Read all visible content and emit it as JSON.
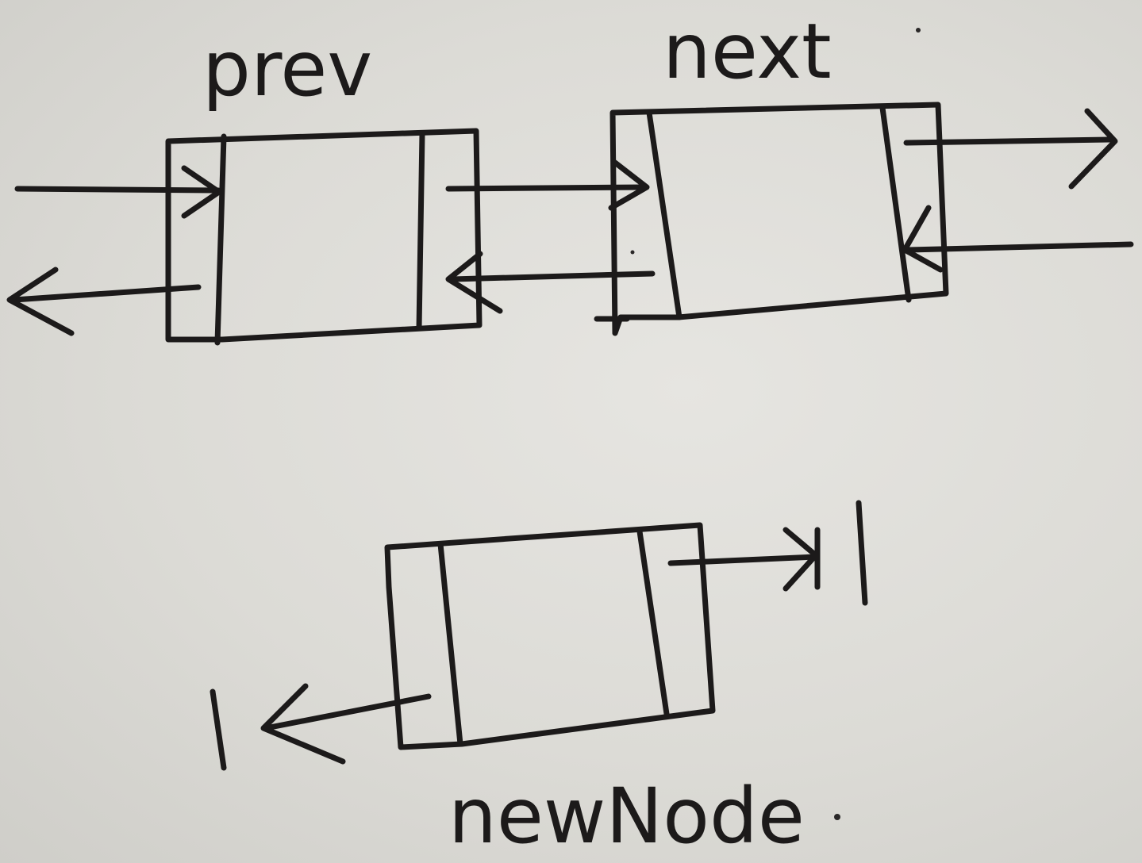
{
  "diagram": {
    "nodes": [
      {
        "id": "prev",
        "label": "prev"
      },
      {
        "id": "next",
        "label": "next"
      },
      {
        "id": "newNode",
        "label": "newNode"
      }
    ],
    "links": [
      {
        "from": "prev",
        "to": "next",
        "kind": "next-pointer"
      },
      {
        "from": "next",
        "to": "prev",
        "kind": "prev-pointer"
      },
      {
        "from": "newNode",
        "to": "null",
        "kind": "next-pointer"
      },
      {
        "from": "newNode",
        "to": "null",
        "kind": "prev-pointer"
      }
    ],
    "ink_color": "#1c1a1a",
    "paper_color": "#dcdbd6"
  }
}
